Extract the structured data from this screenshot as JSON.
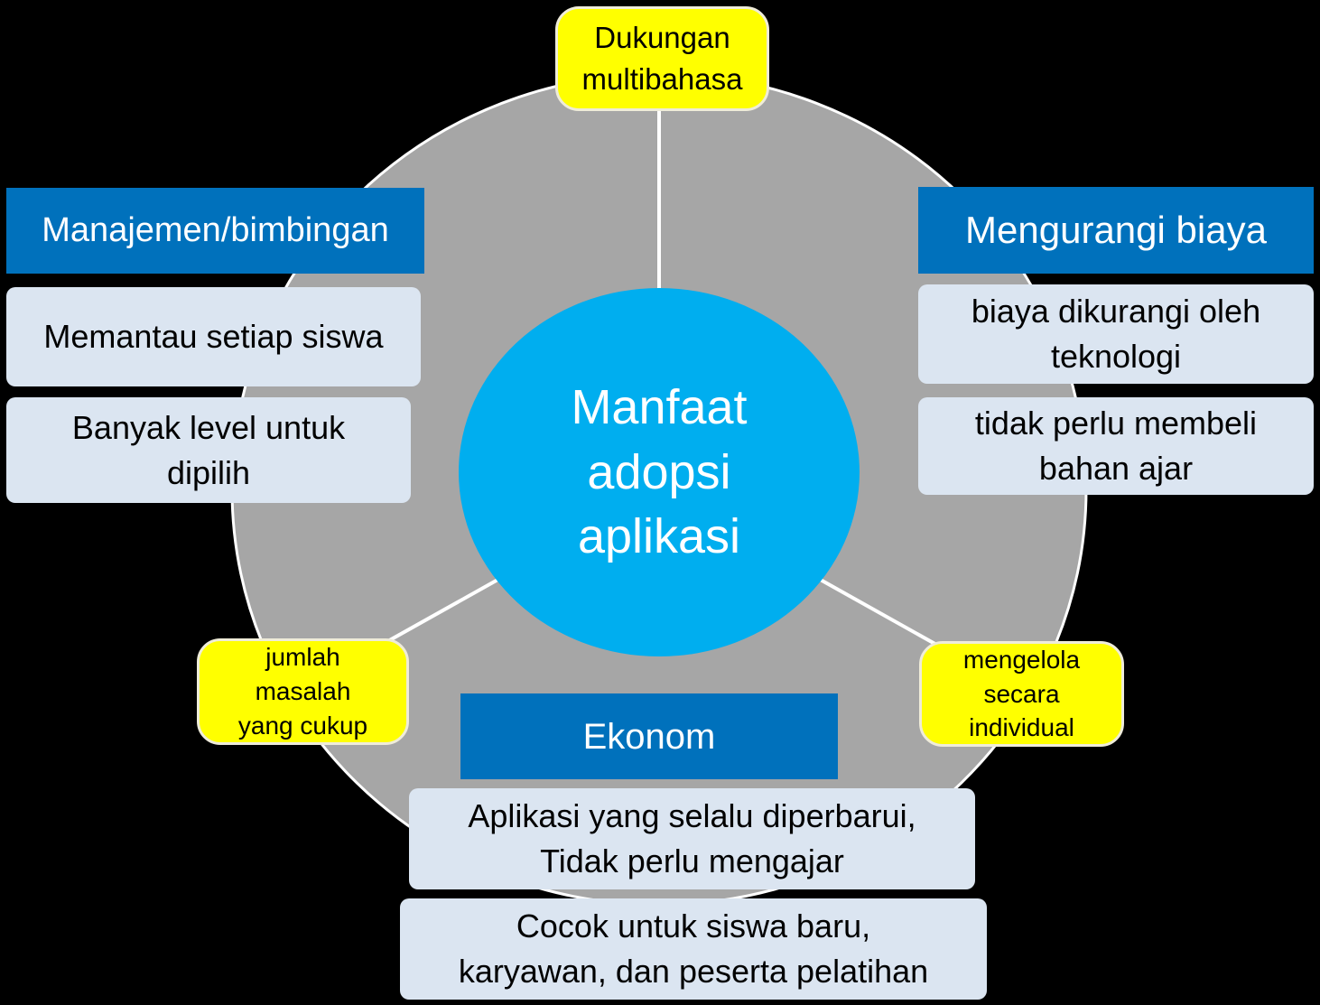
{
  "title": "Manfaat adopsi aplikasi diagram",
  "colors": {
    "background": "#000000",
    "outer_circle": "#a6a6a6",
    "outer_circle_outline": "#ffffff",
    "header_blue": "#0071bc",
    "center_circle_blue": "#00aeef",
    "item_light_blue": "#dbe5f1",
    "note_yellow": "#ffff00",
    "note_border": "#efecd9",
    "text_dark": "#000000",
    "text_light": "#ffffff"
  },
  "center": {
    "lines": [
      "Manfaat",
      "adopsi",
      "aplikasi"
    ]
  },
  "top_note": {
    "lines": [
      "Dukungan",
      "multibahasa"
    ]
  },
  "left_group": {
    "header": "Manajemen/bimbingan",
    "items": [
      {
        "lines": [
          "Memantau setiap siswa"
        ]
      },
      {
        "lines": [
          "Banyak level untuk",
          "dipilih"
        ]
      }
    ]
  },
  "right_group": {
    "header": "Mengurangi biaya",
    "items": [
      {
        "lines": [
          "biaya dikurangi oleh",
          "teknologi"
        ]
      },
      {
        "lines": [
          "tidak perlu membeli",
          "bahan ajar"
        ]
      }
    ]
  },
  "bottom_group": {
    "header": "Ekonom",
    "items": [
      {
        "lines": [
          "Aplikasi yang selalu diperbarui,",
          "Tidak perlu mengajar"
        ]
      },
      {
        "lines": [
          "Cocok untuk siswa baru,",
          "karyawan, dan peserta pelatihan"
        ]
      }
    ]
  },
  "left_note": {
    "lines": [
      "jumlah",
      "masalah",
      "yang cukup"
    ]
  },
  "right_note": {
    "lines": [
      "mengelola",
      "secara",
      "individual"
    ]
  }
}
